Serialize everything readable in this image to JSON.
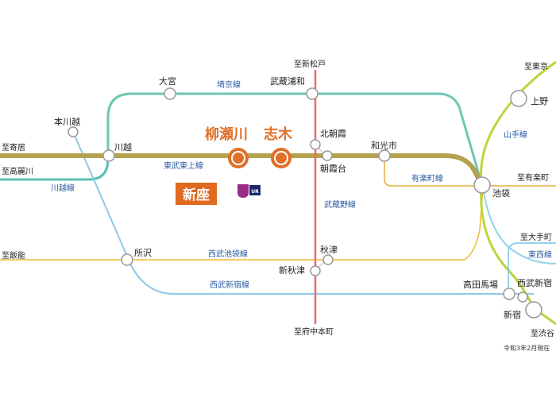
{
  "colors": {
    "tobu_tojo": "#b5a24f",
    "saikyo": "#6ec6b2",
    "yamanote": "#b9d63e",
    "yurakucho": "#e5ad3f",
    "musashino": "#ee6a6a",
    "seibu_ikebukuro": "#f0b92d",
    "seibu_shinjuku": "#8fc8e6",
    "kawagoe_line": "#5cbfb1",
    "highlight_orange": "#e0702a",
    "niiza_box": "#e06a20",
    "ur_logo": "#9b2a86",
    "ur_logo_dark": "#1b2a6b"
  },
  "highlight_stations": {
    "yanasegawa": "柳瀬川",
    "shiki": "志木",
    "niiza": "新座",
    "ur_text": "UR"
  },
  "stations": {
    "kawagoe": "川越",
    "hon_kawagoe": "本川越",
    "omiya": "大宮",
    "musashi_urawa": "武蔵浦和",
    "kita_asaka": "北朝霞",
    "asakadai": "朝霞台",
    "wakoshi": "和光市",
    "ikebukuro": "池袋",
    "ueno": "上野",
    "tokorozawa": "所沢",
    "akitsu": "秋津",
    "shin_akitsu": "新秋津",
    "takadanobaba": "高田馬場",
    "seibu_shinjuku": "西武新宿",
    "shinjuku": "新宿"
  },
  "directions": {
    "to_yorii": "至寄居",
    "to_komagawa": "至高麗川",
    "to_shin_matsudo": "至新松戸",
    "to_tokyo": "至東京",
    "to_yurakucho": "至有楽町",
    "to_hanno": "至飯能",
    "to_otemachi": "至大手町",
    "to_fuchu_hommachi": "至府中本町",
    "to_shibuya": "至渋谷"
  },
  "line_labels": {
    "saikyo": "埼京線",
    "tobu_tojo": "東武東上線",
    "kawagoe_line": "川越線",
    "musashino": "武蔵野線",
    "yurakucho": "有楽町線",
    "yamanote": "山手線",
    "seibu_ikebukuro": "西武池袋線",
    "seibu_shinjuku": "西武新宿線",
    "tozai": "東西線"
  },
  "footnote": "令和3年2月現在"
}
